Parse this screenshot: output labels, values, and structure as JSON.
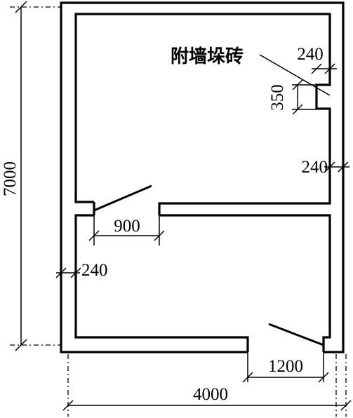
{
  "labels": {
    "pilaster": "附墙垛砖"
  },
  "dimensions": {
    "total_height": "7000",
    "total_width": "4000",
    "wall_thickness_top_right": "240",
    "pilaster_depth": "350",
    "wall_thickness_right": "240",
    "wall_thickness_left": "240",
    "inner_door_width": "900",
    "outer_door_width": "1200"
  },
  "colors": {
    "line": "#000000",
    "background": "#ffffff"
  }
}
